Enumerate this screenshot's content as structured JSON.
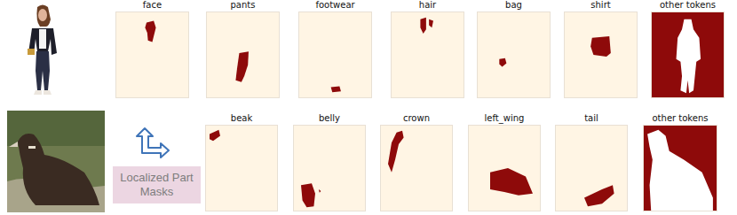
{
  "diagram": {
    "nodes": [
      {
        "text": [
          "face"
        ]
      },
      {
        "text": [
          "pants"
        ]
      },
      {
        "text": [
          "footwear"
        ]
      },
      {
        "text": [
          "hair"
        ]
      },
      {
        "text": [
          "bag"
        ]
      },
      {
        "text": [
          "shirt"
        ]
      },
      {
        "text": [
          "other tokens"
        ]
      },
      {
        "text": [
          "Localized Part Masks"
        ]
      },
      {
        "text": [
          "beak"
        ]
      },
      {
        "text": [
          "belly"
        ]
      },
      {
        "text": [
          "crown"
        ]
      },
      {
        "text": [
          "left_wing"
        ]
      },
      {
        "text": [
          "tail"
        ]
      },
      {
        "text": [
          "other tokens"
        ]
      }
    ]
  }
}
